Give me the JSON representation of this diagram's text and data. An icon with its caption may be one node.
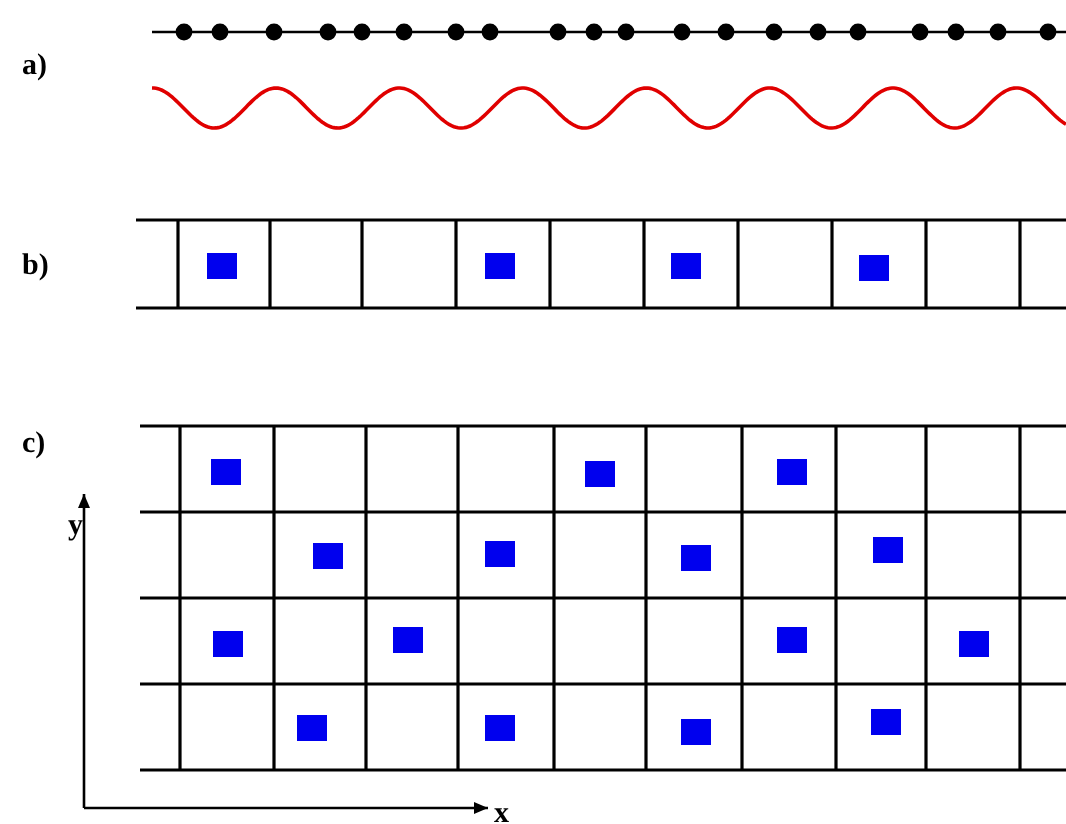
{
  "diagram": {
    "labels": [
      "a)",
      "b)",
      "c)",
      "y",
      "x"
    ]
  }
}
